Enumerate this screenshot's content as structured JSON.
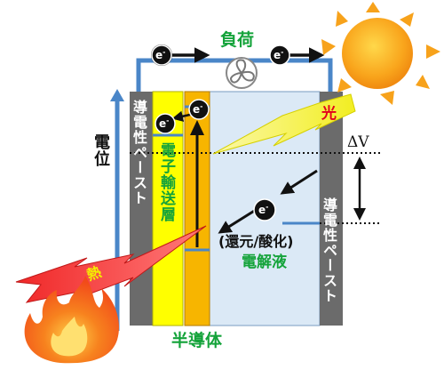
{
  "load_label": "負荷",
  "electron_label": "e",
  "electron_charge": "-",
  "light_label": "光",
  "heat_label": "熱",
  "potential_label": "電位",
  "delta_v_label": "ΔV",
  "left_paste_label": "導電性ペースト",
  "right_paste_label": "導電性ペースト",
  "etl_label": "電子輸送層",
  "redox_label": "(還元/酸化)",
  "electrolyte_label": "電解液",
  "semiconductor_label": "半導体",
  "colors": {
    "accent_green": "#14a33a",
    "wire_blue": "#4a86c8",
    "paste_gray": "#6b6b6b",
    "etl_yellow": "#ffff00",
    "semiconductor_orange": "#f7b500",
    "electrolyte_blue": "#dbe9f6",
    "light_yellow": "#f5f03c",
    "heat_red": "#f23d3d",
    "sun_orange": "#f7a21b"
  }
}
